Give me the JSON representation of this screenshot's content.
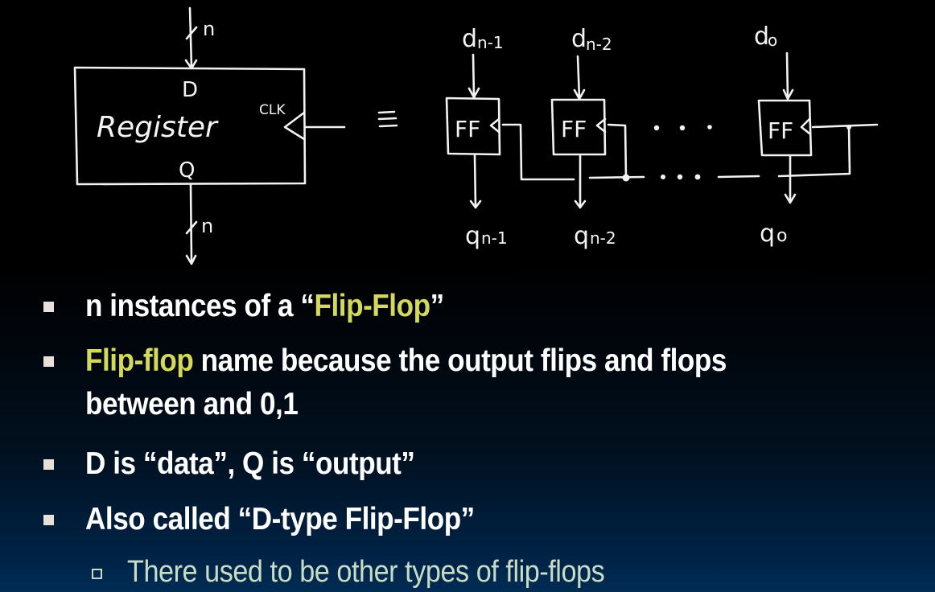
{
  "diagram": {
    "register": {
      "label": "Register",
      "input_port": "D",
      "output_port": "Q",
      "clock_port": "CLK",
      "input_width": "n",
      "output_width": "n"
    },
    "equivalence_symbol": "≡",
    "flip_flops": [
      {
        "label": "FF",
        "input": "dn-1",
        "input_base": "d",
        "input_sub": "n-1",
        "output_base": "q",
        "output_sub": "n-1"
      },
      {
        "label": "FF",
        "input": "dn-2",
        "input_base": "d",
        "input_sub": "n-2",
        "output_base": "q",
        "output_sub": "n-2"
      },
      {
        "label": "FF",
        "input": "d0",
        "input_base": "d",
        "input_sub": "o",
        "output_base": "q",
        "output_sub": "o"
      }
    ],
    "ellipsis": "• • •"
  },
  "bullets": [
    {
      "segments": [
        {
          "text": "n instances of a “",
          "highlight": false
        },
        {
          "text": "Flip-Flop",
          "highlight": true
        },
        {
          "text": "”",
          "highlight": false
        }
      ]
    },
    {
      "segments": [
        {
          "text": "Flip-flop",
          "highlight": true
        },
        {
          "text": " name because the output flips and flops",
          "highlight": false
        }
      ],
      "continuation": "between and 0,1"
    },
    {
      "segments": [
        {
          "text": "D is “data”, Q is “output”",
          "highlight": false
        }
      ]
    },
    {
      "segments": [
        {
          "text": "Also called “D-type Flip-Flop”",
          "highlight": false
        }
      ]
    }
  ],
  "sub_bullets": [
    {
      "text": "There used to be other types of flip-flops"
    }
  ],
  "colors": {
    "highlight": "#d4d95a",
    "text": "#ffffff",
    "sub_text": "#c9dcc6",
    "bullet_marker": "#e6e0d8",
    "background_top": "#000000",
    "background_bottom": "#022c54"
  }
}
